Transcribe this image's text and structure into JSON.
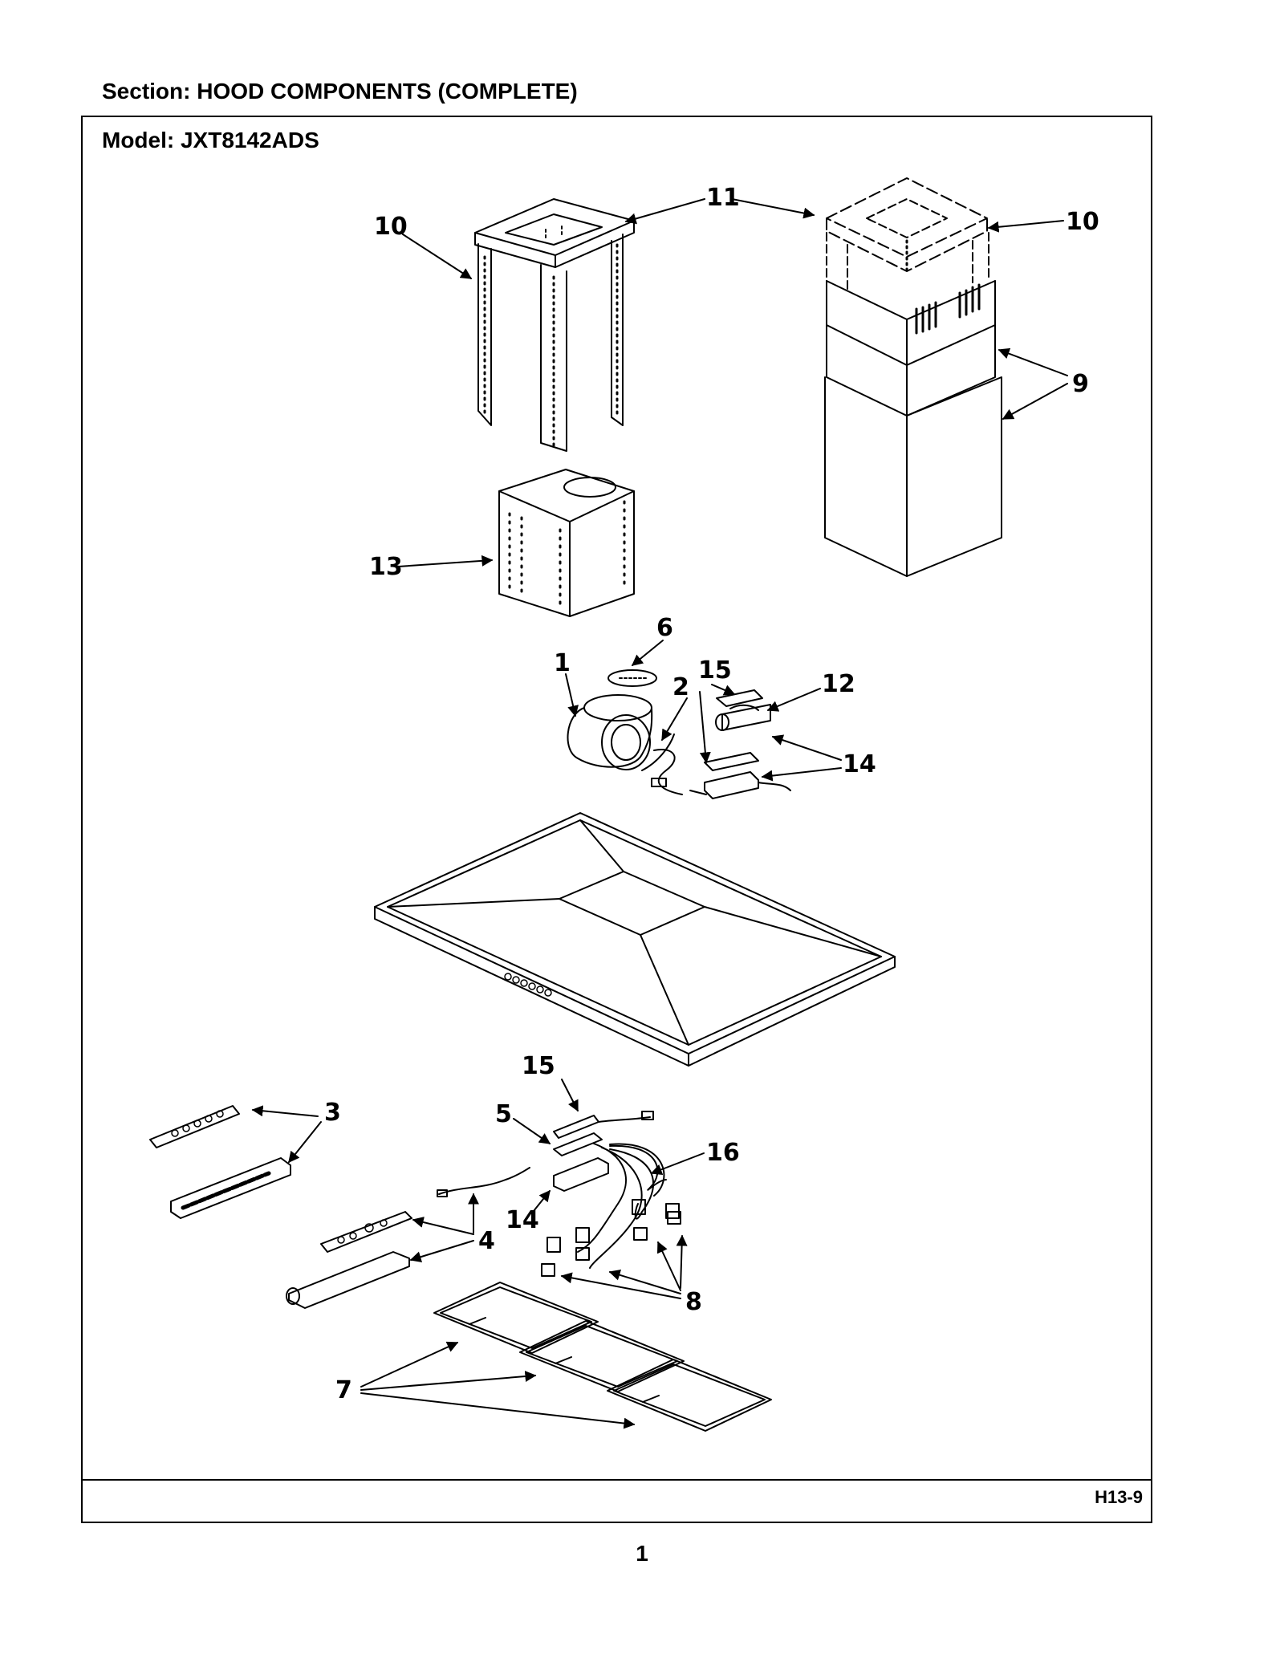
{
  "header": {
    "section_title": "Section:  HOOD COMPONENTS (COMPLETE)"
  },
  "frame": {
    "model_title": "Model:  JXT8142ADS"
  },
  "callouts": {
    "c1": "1",
    "c2": "2",
    "c3": "3",
    "c4": "4",
    "c5": "5",
    "c6": "6",
    "c7": "7",
    "c8": "8",
    "c9": "9",
    "c10a": "10",
    "c10b": "10",
    "c11": "11",
    "c12": "12",
    "c13": "13",
    "c14a": "14",
    "c14b": "14",
    "c15a": "15",
    "c15b": "15",
    "c16": "16"
  },
  "footer": {
    "page_code": "H13-9",
    "page_number": "1"
  }
}
